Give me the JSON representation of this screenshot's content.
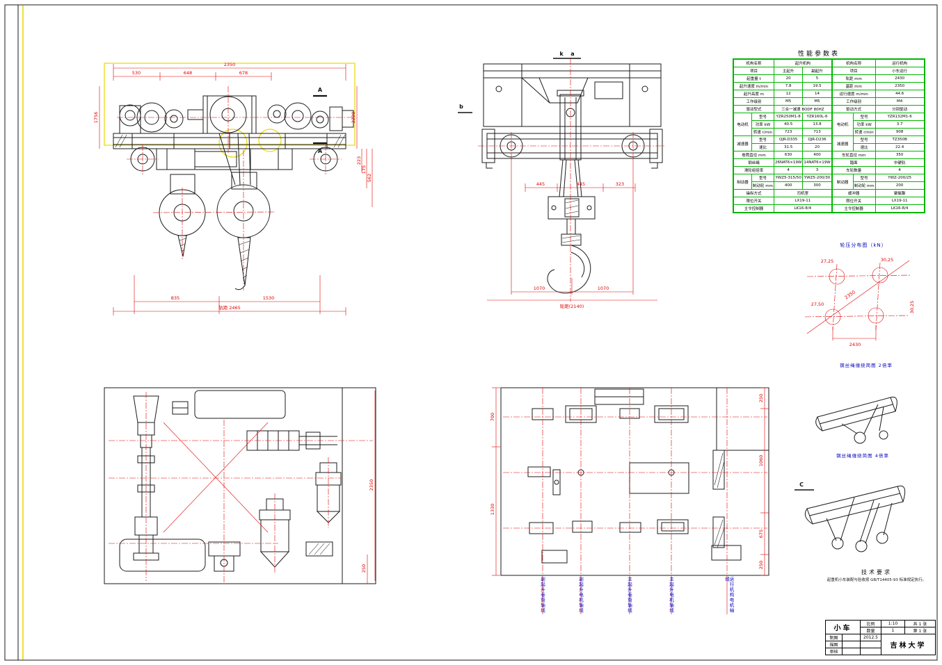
{
  "sheet": {
    "colors": {
      "line": "#1a1a1a",
      "dim": "#e00000",
      "accent_yellow": "#ead800",
      "table_border": "#00b400",
      "annotation": "#0000bb"
    }
  },
  "perf_table": {
    "title": "性能参数表",
    "sections": [
      {
        "name": "起升机构",
        "rows": [
          [
            {
              "t": "机构名称",
              "c": 2
            },
            {
              "t": "起升机构",
              "c": 2
            }
          ],
          [
            {
              "t": "项目",
              "c": 2
            },
            "主起升",
            "副起升"
          ],
          [
            {
              "t": "起重量 t",
              "c": 2
            },
            "20",
            "5"
          ],
          [
            {
              "t": "起升速度 m/min",
              "c": 2
            },
            "7.8",
            "19.5"
          ],
          [
            {
              "t": "起升高度 m",
              "c": 2
            },
            "12",
            "14"
          ],
          [
            {
              "t": "工作级别",
              "c": 2
            },
            "M5",
            "M5"
          ],
          [
            {
              "t": "驱动型式",
              "c": 2
            },
            {
              "t": "三合一减速 BODF 80HZ",
              "c": 2
            }
          ],
          [
            {
              "t": "电动机",
              "r": 3
            },
            "型号",
            "YZR250M1-8",
            "YZR160L-6"
          ],
          [
            "功率 kW",
            "40.5",
            "13.8"
          ],
          [
            "转速 r/min",
            "723",
            "713"
          ],
          [
            {
              "t": "减速器",
              "r": 2
            },
            "型号",
            "QJR-D335",
            "QJR-D236"
          ],
          [
            "速比",
            "31.5",
            "20"
          ],
          [
            {
              "t": "卷筒直径 mm",
              "c": 2
            },
            "630",
            "400"
          ],
          [
            {
              "t": "钢丝绳",
              "c": 2
            },
            "26NAT6×19W",
            "14NAT6×19W"
          ],
          [
            {
              "t": "滑轮组倍率",
              "c": 2
            },
            "4",
            "3"
          ],
          [
            {
              "t": "制动器",
              "r": 2
            },
            "型号",
            "YWZ5-315/50",
            "YWZ5-200/30"
          ],
          [
            "制动轮 mm",
            "400",
            "300"
          ],
          [
            {
              "t": "操纵方式",
              "c": 2
            },
            {
              "t": "司机室",
              "c": 2
            }
          ],
          [
            {
              "t": "限位开关",
              "c": 2
            },
            {
              "t": "LX19-11",
              "c": 2
            }
          ],
          [
            {
              "t": "主令控制器",
              "c": 2
            },
            {
              "t": "LK16-8/4",
              "c": 2
            }
          ]
        ]
      },
      {
        "name": "运行机构",
        "rows": [
          [
            {
              "t": "机构名称",
              "c": 2
            },
            {
              "t": "运行机构",
              "c": 2
            }
          ],
          [
            {
              "t": "项目",
              "c": 2
            },
            {
              "t": "小车运行",
              "c": 2
            }
          ],
          [
            {
              "t": "轨距 mm",
              "c": 2
            },
            {
              "t": "2430",
              "c": 2
            }
          ],
          [
            {
              "t": "基距 mm",
              "c": 2
            },
            {
              "t": "2350",
              "c": 2
            }
          ],
          [
            {
              "t": "运行速度 m/min",
              "c": 2
            },
            {
              "t": "44.6",
              "c": 2
            }
          ],
          [
            {
              "t": "工作级别",
              "c": 2
            },
            {
              "t": "M4",
              "c": 2
            }
          ],
          [
            {
              "t": "驱动方式",
              "c": 2
            },
            {
              "t": "分别驱动",
              "c": 2
            }
          ],
          [
            {
              "t": "电动机",
              "r": 3
            },
            "型号",
            {
              "t": "YZR132M1-6",
              "c": 2
            }
          ],
          [
            "功率 kW",
            {
              "t": "3.7",
              "c": 2
            }
          ],
          [
            "转速 r/min",
            {
              "t": "908",
              "c": 2
            }
          ],
          [
            {
              "t": "减速器",
              "r": 2
            },
            "型号",
            {
              "t": "TZ350B",
              "c": 2
            }
          ],
          [
            "速比",
            {
              "t": "22.4",
              "c": 2
            }
          ],
          [
            {
              "t": "车轮直径 mm",
              "c": 2
            },
            {
              "t": "350",
              "c": 2
            }
          ],
          [
            {
              "t": "踏面",
              "c": 2
            },
            {
              "t": "中硬轨",
              "c": 2
            }
          ],
          [
            {
              "t": "车轮数量",
              "c": 2
            },
            {
              "t": "4",
              "c": 2
            }
          ],
          [
            {
              "t": "制动器",
              "r": 2
            },
            "型号",
            {
              "t": "YWZ-200/25",
              "c": 2
            }
          ],
          [
            "制动轮 mm",
            {
              "t": "200",
              "c": 2
            }
          ],
          [
            {
              "t": "缓冲器",
              "c": 2
            },
            {
              "t": "聚氨酯",
              "c": 2
            }
          ],
          [
            {
              "t": "限位开关",
              "c": 2
            },
            {
              "t": "LX19-11",
              "c": 2
            }
          ],
          [
            {
              "t": "主令控制器",
              "c": 2
            },
            {
              "t": "LK16-8/4",
              "c": 2
            }
          ]
        ]
      }
    ]
  },
  "views": {
    "front": {
      "section_label": "A",
      "dims": [
        "2350",
        "530",
        "648",
        "678",
        "1756",
        "2220",
        "223",
        "175",
        "562",
        "835",
        "1530",
        "轨距 2465"
      ]
    },
    "side": {
      "labels": {
        "k": "k",
        "a": "a",
        "b": "b"
      },
      "dims": [
        "445",
        "445",
        "323",
        "1070",
        "1070",
        "轮距(2140)"
      ]
    },
    "plan_left": {
      "dims": [
        "2350",
        "250"
      ]
    },
    "plan_right": {
      "dims": [
        "700",
        "1330",
        "250",
        "1060",
        "675",
        "250"
      ]
    }
  },
  "wheel_diagram": {
    "title": "轮压分布图（kN）",
    "loads": [
      "27,25",
      "30,25",
      "27,50",
      "30,25"
    ],
    "dims": [
      "2430",
      "2350"
    ]
  },
  "rope_diagrams": [
    {
      "title": "钢丝绳缠绕简图  2倍率",
      "label": ""
    },
    {
      "title": "钢丝绳缠绕简图  4倍率",
      "label": "C"
    }
  ],
  "axis_labels": [
    "副起升卷筒轴线",
    "副起升电机轴线",
    "主起升卷筒轴线",
    "主起升电机轴线",
    "运行机构电机轴线"
  ],
  "tech_req": {
    "title": "技术要求",
    "body": "起重机小车装配与验收按 GB/T14405-93 标准规定执行。"
  },
  "title_block": {
    "rows": [
      [
        {
          "t": "小车",
          "c": 2,
          "r": 2,
          "cls": "tb-big"
        },
        {
          "t": "比例"
        },
        {
          "t": "1:10"
        },
        {
          "t": "共 1 张"
        }
      ],
      [
        {
          "t": "数量"
        },
        {
          "t": "1"
        },
        {
          "t": "第 1 张"
        }
      ],
      [
        {
          "t": "制图"
        },
        {
          "t": ""
        },
        {
          "t": "2012.5"
        },
        {
          "t": "吉林大学",
          "c": 2,
          "r": 3,
          "cls": "tb-big"
        }
      ],
      [
        {
          "t": "描图"
        },
        {
          "t": ""
        },
        {
          "t": ""
        }
      ],
      [
        {
          "t": "审核"
        },
        {
          "t": ""
        },
        {
          "t": ""
        }
      ]
    ]
  }
}
